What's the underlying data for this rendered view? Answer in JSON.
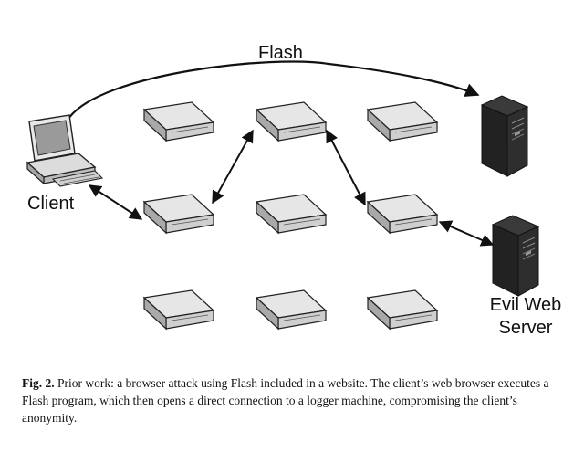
{
  "labels": {
    "flash": "Flash",
    "client": "Client",
    "server_line1": "Evil Web",
    "server_line2": "Server"
  },
  "caption": {
    "fig_label": "Fig. 2.",
    "text": " Prior work: a browser attack using Flash included in a website. The client’s web browser executes a Flash program, which then opens a direct connection to a logger machine, compromising the client’s anonymity."
  },
  "icons": {
    "client": "desktop-computer-icon",
    "relay": "rack-server-icon",
    "evil_server": "tower-server-icon"
  },
  "colors": {
    "line": "#111111",
    "relay_top": "#e6e6e6",
    "relay_side": "#bdbdbd",
    "tower": "#1c1c1c"
  }
}
